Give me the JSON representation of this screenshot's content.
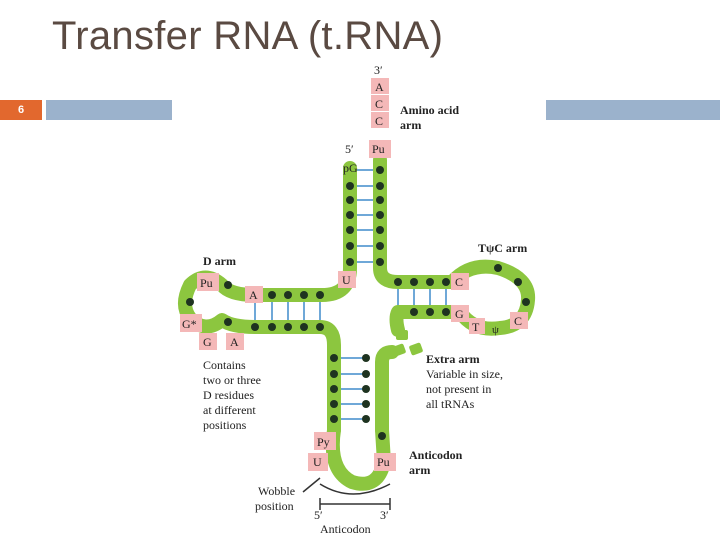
{
  "slide": {
    "title": "Transfer RNA (t.RNA)",
    "number": "6"
  },
  "diagram": {
    "end3_top": "3′",
    "acceptor_bases": [
      "A",
      "C",
      "C"
    ],
    "pu_top": "Pu",
    "end5": "5′",
    "pG": "pG",
    "amino_acid_arm": [
      "Amino acid",
      "arm"
    ],
    "d_arm": "D arm",
    "d_pu": "Pu",
    "d_a": "A",
    "d_u": "U",
    "d_gstar": "G*",
    "d_g": "G",
    "d_a2": "A",
    "d_note": [
      "Contains",
      "two or three",
      "D residues",
      "at different",
      "positions"
    ],
    "tpsic_arm": "TψC arm",
    "t_c1": "C",
    "t_g": "G",
    "t_t": "T",
    "t_psi": "ψ",
    "t_c2": "C",
    "extra_arm": "Extra arm",
    "extra_note": [
      "Variable in size,",
      "not present in",
      "all tRNAs"
    ],
    "ac_py": "Py",
    "ac_u": "U",
    "ac_pu": "Pu",
    "anticodon_arm": [
      "Anticodon",
      "arm"
    ],
    "wobble": [
      "Wobble",
      "position"
    ],
    "ac_5": "5′",
    "ac_3": "3′",
    "anticodon": "Anticodon"
  },
  "colors": {
    "strand": "#8cc63f",
    "base_box": "#f4b8b8",
    "dot": "#1e3320",
    "pair": "#6fa8d8",
    "band": "#9bb2cc",
    "accent": "#e2682e"
  }
}
